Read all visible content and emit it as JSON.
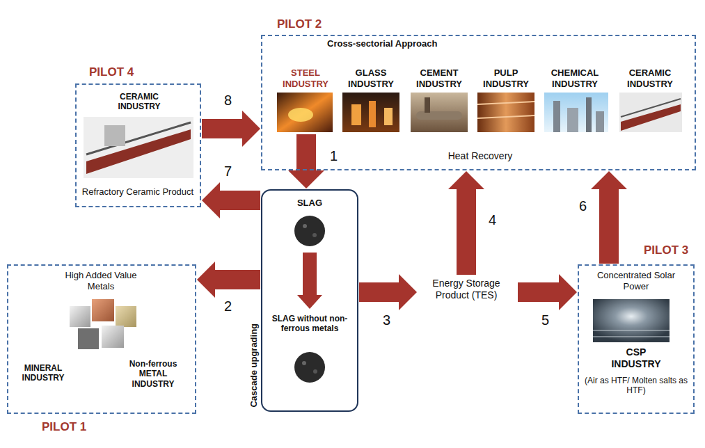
{
  "diagram": {
    "nodes": [
      {
        "text": [
          "PILOT 4",
          "CERAMIC INDUSTRY",
          "Refractory Ceramic Product"
        ]
      },
      {
        "text": [
          "PILOT 2",
          "Cross-sectorial Approach",
          "Heat Recovery"
        ]
      },
      {
        "text": [
          "STEEL INDUSTRY"
        ],
        "in": 1
      },
      {
        "text": [
          "GLASS INDUSTRY"
        ],
        "in": 1
      },
      {
        "text": [
          "CEMENT INDUSTRY"
        ],
        "in": 1
      },
      {
        "text": [
          "PULP INDUSTRY"
        ],
        "in": 1
      },
      {
        "text": [
          "CHEMICAL INDUSTRY"
        ],
        "in": 1
      },
      {
        "text": [
          "CERAMIC INDUSTRY"
        ],
        "in": 1
      },
      {
        "text": [
          "Cascade upgrading"
        ]
      },
      {
        "text": [
          "SLAG"
        ],
        "in": 8
      },
      {
        "text": [
          "SLAG without non-ferrous metals"
        ],
        "in": 8
      },
      {
        "text": [
          "High Added Value Metals",
          "MINERAL INDUSTRY",
          "Non-ferrous METAL INDUSTRY",
          "PILOT 1"
        ]
      },
      {
        "text": [
          "Energy Storage Product (TES)"
        ]
      },
      {
        "text": [
          "PILOT 3",
          "Concentrated Solar Power",
          "CSP INDUSTRY",
          "(Air as HTF/ Molten salts as HTF)"
        ]
      }
    ],
    "edges": [
      {
        "from": 2,
        "to": 8,
        "label": "1",
        "arrow": "to"
      },
      {
        "from": 8,
        "to": 11,
        "label": "2",
        "arrow": "to"
      },
      {
        "from": 8,
        "to": 12,
        "label": "3",
        "arrow": "to"
      },
      {
        "from": 12,
        "to": 1,
        "label": "4",
        "arrow": "to"
      },
      {
        "from": 12,
        "to": 13,
        "label": "5",
        "arrow": "to"
      },
      {
        "from": 13,
        "to": 1,
        "label": "6",
        "arrow": "to"
      },
      {
        "from": 8,
        "to": 0,
        "label": "7",
        "arrow": "to"
      },
      {
        "from": 0,
        "to": 1,
        "label": "8",
        "arrow": "to"
      },
      {
        "from": 9,
        "to": 10,
        "arrow": "to"
      }
    ]
  }
}
